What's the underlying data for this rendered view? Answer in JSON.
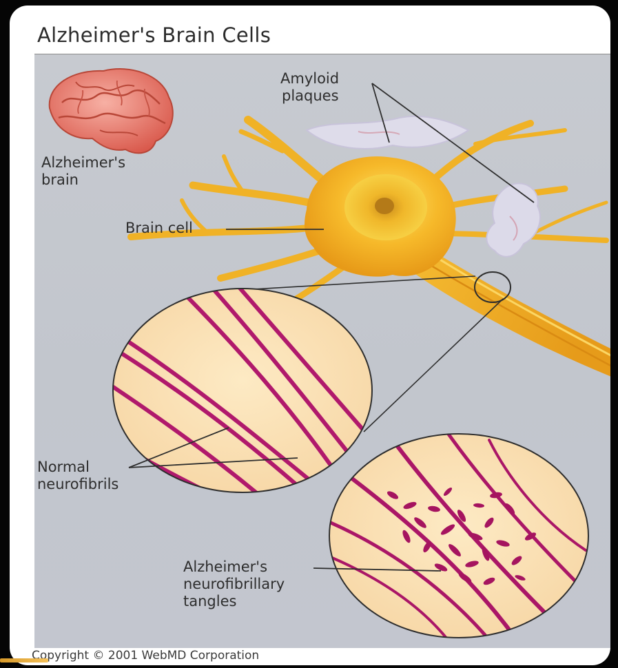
{
  "title": "Alzheimer's Brain Cells",
  "labels": {
    "amyloid_plaques": [
      "Amyloid",
      "plaques"
    ],
    "alzheimers_brain": [
      "Alzheimer's",
      "brain"
    ],
    "brain_cell": "Brain cell",
    "normal_neurofibrils": [
      "Normal",
      "neurofibrils"
    ],
    "tangles": [
      "Alzheimer's",
      "neurofibrillary",
      "tangles"
    ]
  },
  "copyright": "Copyright © 2001 WebMD Corporation",
  "colors": {
    "background": "#c5c8ce",
    "neuron": "#f2b020",
    "neuron_core": "#f7cf3a",
    "plaque": "#d9d9e8",
    "fibril": "#b01a6e",
    "lens_fill": "#fbe2b4",
    "frame": "#ffffff",
    "page": "#050505"
  }
}
